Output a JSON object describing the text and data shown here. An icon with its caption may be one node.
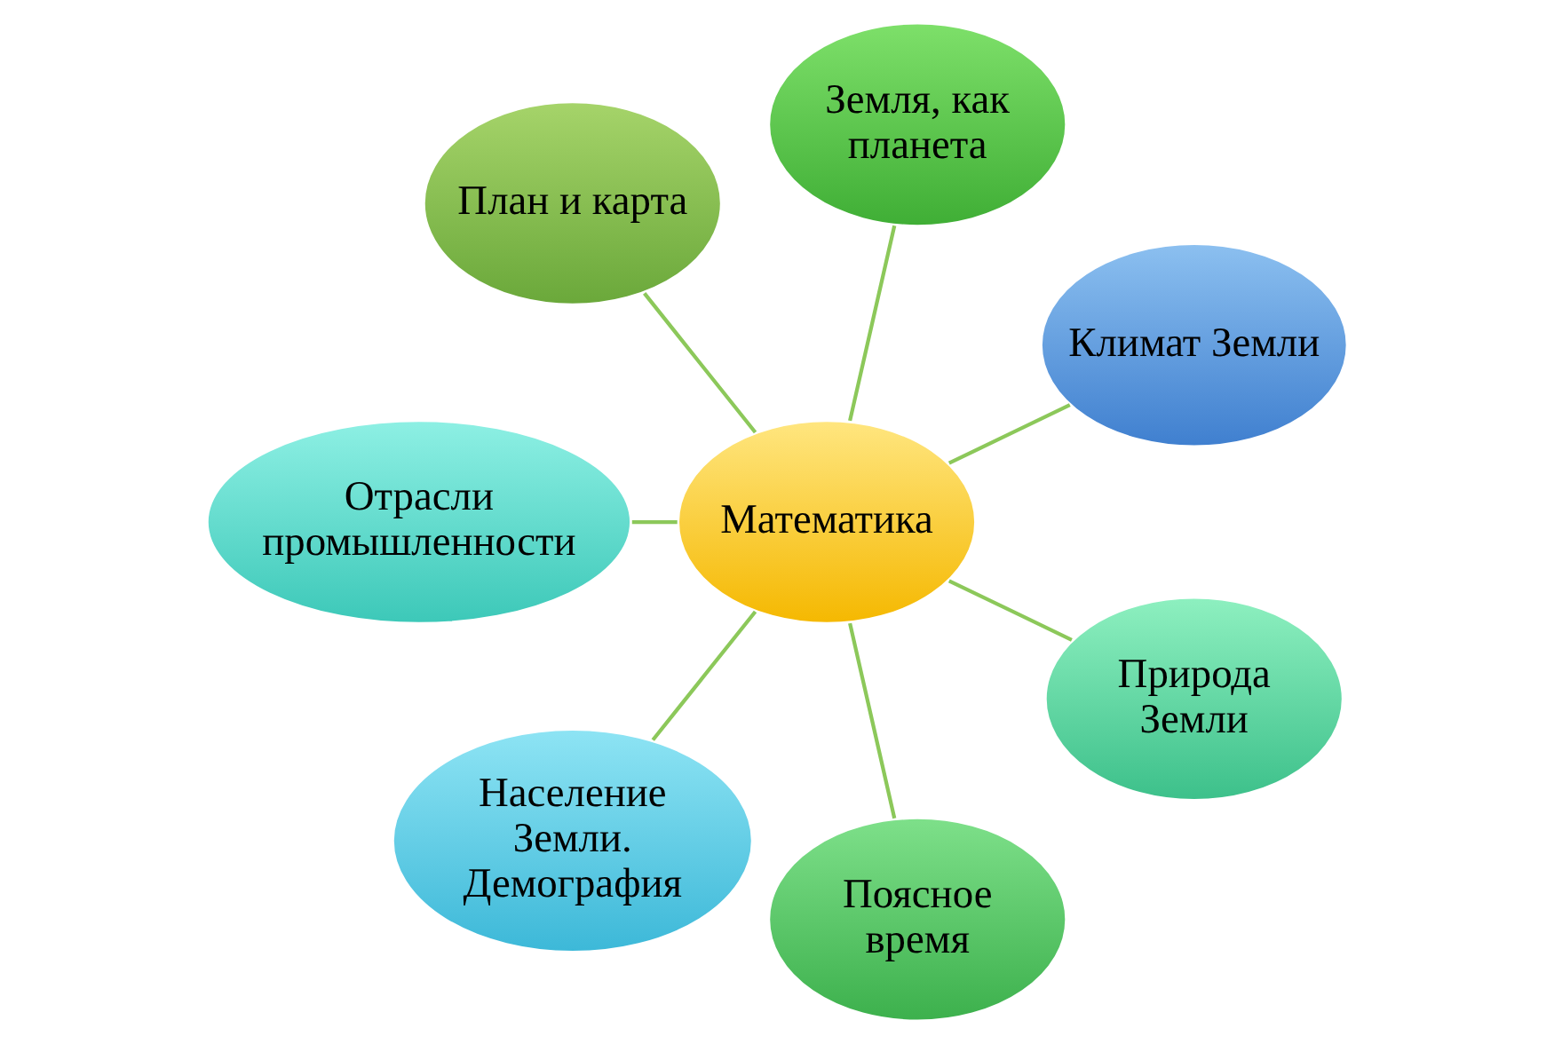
{
  "diagram": {
    "nodes": [
      {
        "text": [
          "Земля, как планета"
        ]
      },
      {
        "text": [
          "План и карта"
        ]
      },
      {
        "text": [
          "Климат Земли"
        ]
      },
      {
        "text": [
          "Отрасли промышленности"
        ]
      },
      {
        "text": [
          "Математика"
        ]
      },
      {
        "text": [
          "Природа Земли"
        ]
      },
      {
        "text": [
          "Население Земли. Демография"
        ]
      },
      {
        "text": [
          "Поясное время"
        ]
      }
    ],
    "edges": [
      {
        "from": 4,
        "to": 0,
        "arrow": "none"
      },
      {
        "from": 4,
        "to": 2,
        "arrow": "none"
      },
      {
        "from": 4,
        "to": 5,
        "arrow": "none"
      },
      {
        "from": 4,
        "to": 7,
        "arrow": "none"
      },
      {
        "from": 4,
        "to": 6,
        "arrow": "none"
      },
      {
        "from": 4,
        "to": 3,
        "arrow": "none"
      },
      {
        "from": 4,
        "to": 1,
        "arrow": "none"
      }
    ]
  }
}
